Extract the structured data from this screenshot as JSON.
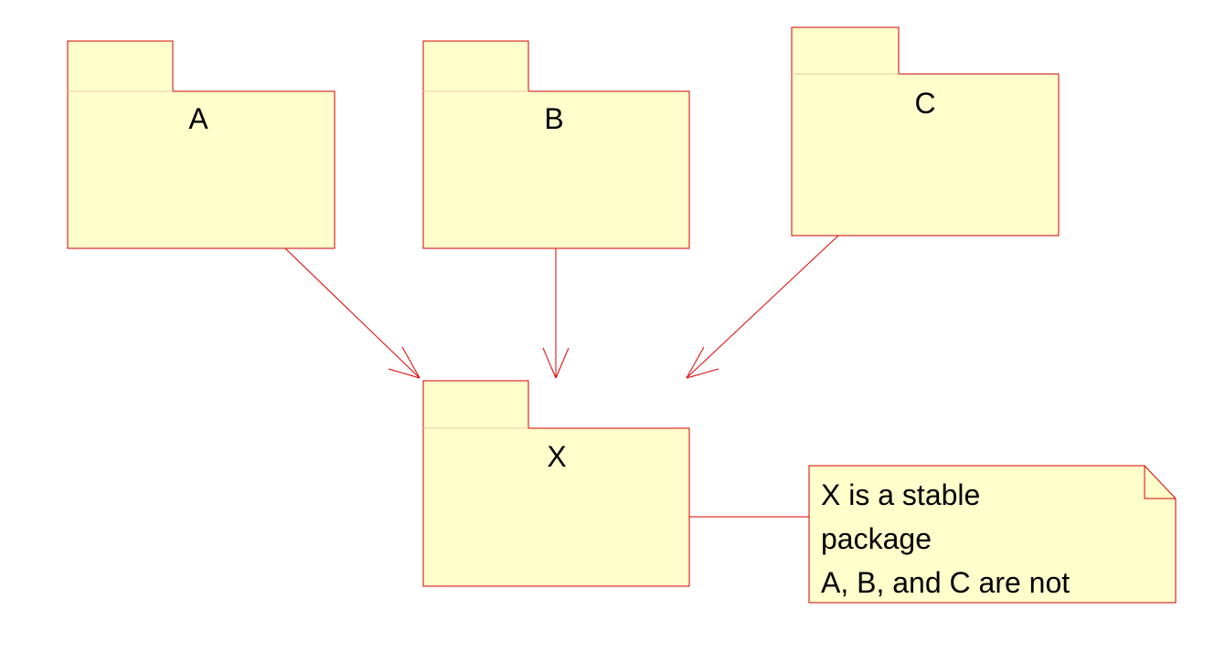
{
  "packages": {
    "a": {
      "name": "A"
    },
    "b": {
      "name": "B"
    },
    "c": {
      "name": "C"
    },
    "x": {
      "name": "X"
    }
  },
  "note": {
    "lines": [
      "X is a stable",
      "package",
      "A, B, and C are not"
    ]
  },
  "colors": {
    "fill": "#ffffcc",
    "stroke": "#cc0000",
    "arrow": "#dd0000"
  }
}
